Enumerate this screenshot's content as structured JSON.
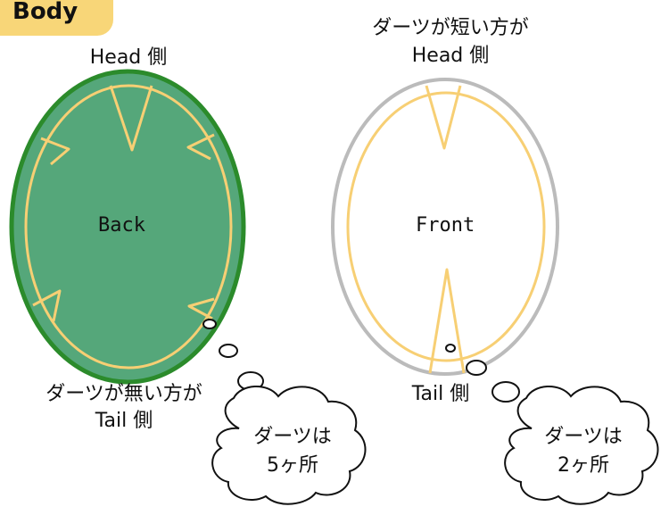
{
  "header": {
    "tab_label": "Body"
  },
  "colors": {
    "tab": "#f8d678",
    "back_fill": "#55a77a",
    "back_stroke": "#2b8b2b",
    "seam": "#f7cf74",
    "front_stroke": "#bbbbbb"
  },
  "back_piece": {
    "center_label": "Back",
    "top_label": "Head 側",
    "bottom_label_line1": "ダーツが無い方が",
    "bottom_label_line2": "Tail 側",
    "bubble_line1": "ダーツは",
    "bubble_line2": "5ヶ所"
  },
  "front_piece": {
    "center_label": "Front",
    "top_label_line1": "ダーツが短い方が",
    "top_label_line2": "Head 側",
    "bottom_label": "Tail 側",
    "bubble_line1": "ダーツは",
    "bubble_line2": "2ヶ所"
  }
}
